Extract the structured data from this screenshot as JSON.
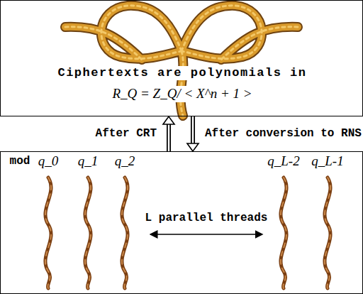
{
  "diagram": {
    "nodes": [
      {
        "text": [
          "Ciphertexts are polynomials in",
          "R_Q = Z_Q/ < X^n + 1 >"
        ]
      },
      {
        "text": [
          "L parallel threads"
        ]
      }
    ],
    "edges": [
      {
        "from": 1,
        "to": 0,
        "arrow": "to",
        "label": "After CRT"
      },
      {
        "from": 0,
        "to": 1,
        "arrow": "to",
        "label": "After conversion to RNS"
      }
    ],
    "labels": [
      "mod",
      "q_0",
      "q_1",
      "q_2",
      "q_L-2",
      "q_L-1"
    ]
  }
}
